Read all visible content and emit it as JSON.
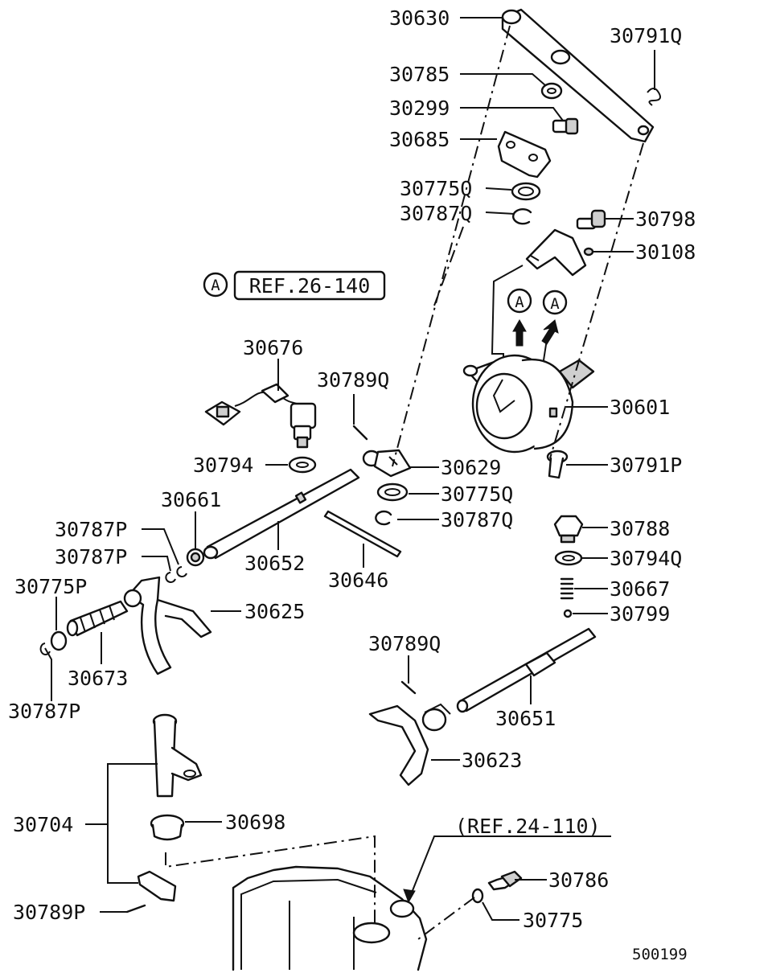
{
  "diagram": {
    "catalog_code": "500199",
    "reference_badge": {
      "circle_letter": "A",
      "text": "REF.26-140"
    },
    "arrow_markers": [
      "A",
      "A"
    ],
    "ref_note": "(REF.24-110)",
    "parts": {
      "p30630": "30630",
      "p30785": "30785",
      "p30299": "30299",
      "p30685": "30685",
      "p30775Q_top": "30775Q",
      "p30787Q_top": "30787Q",
      "p30791Q": "30791Q",
      "p30798": "30798",
      "p30108": "30108",
      "p30676": "30676",
      "p30789Q_top": "30789Q",
      "p30601": "30601",
      "p30794": "30794",
      "p30629": "30629",
      "p30791P": "30791P",
      "p30661": "30661",
      "p30775Q_mid": "30775Q",
      "p30787P_a": "30787P",
      "p30787Q_mid": "30787Q",
      "p30788": "30788",
      "p30787P_b": "30787P",
      "p30652": "30652",
      "p30646": "30646",
      "p30794Q": "30794Q",
      "p30775P": "30775P",
      "p30667": "30667",
      "p30625": "30625",
      "p30799": "30799",
      "p30673": "30673",
      "p30789Q_low": "30789Q",
      "p30787P_c": "30787P",
      "p30651": "30651",
      "p30623": "30623",
      "p30704": "30704",
      "p30698": "30698",
      "p30786": "30786",
      "p30789P": "30789P",
      "p30775": "30775"
    }
  }
}
